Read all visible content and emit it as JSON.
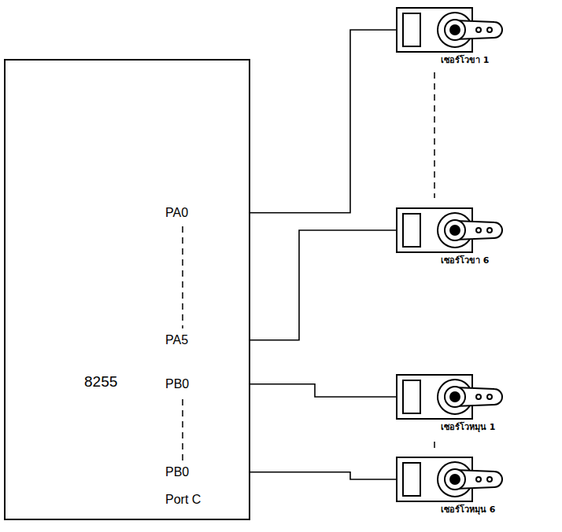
{
  "diagram": {
    "nodes": [
      {
        "text": [
          "PA0",
          "PA5",
          "8255",
          "PB0",
          "PB0",
          "Port C"
        ]
      },
      {
        "text": [
          "เซอร์โวขา 1"
        ]
      },
      {
        "text": [
          "เซอร์โวขา 6"
        ]
      },
      {
        "text": [
          "เซอร์โวหมุน 1"
        ]
      },
      {
        "text": [
          "เซอร์โวหมุน 6"
        ]
      }
    ],
    "edges": [
      {
        "from": 0,
        "to": 1,
        "arrow": "none"
      },
      {
        "from": 0,
        "to": 2,
        "arrow": "none"
      },
      {
        "from": 0,
        "to": 3,
        "arrow": "none"
      },
      {
        "from": 0,
        "to": 4,
        "arrow": "none"
      }
    ]
  }
}
